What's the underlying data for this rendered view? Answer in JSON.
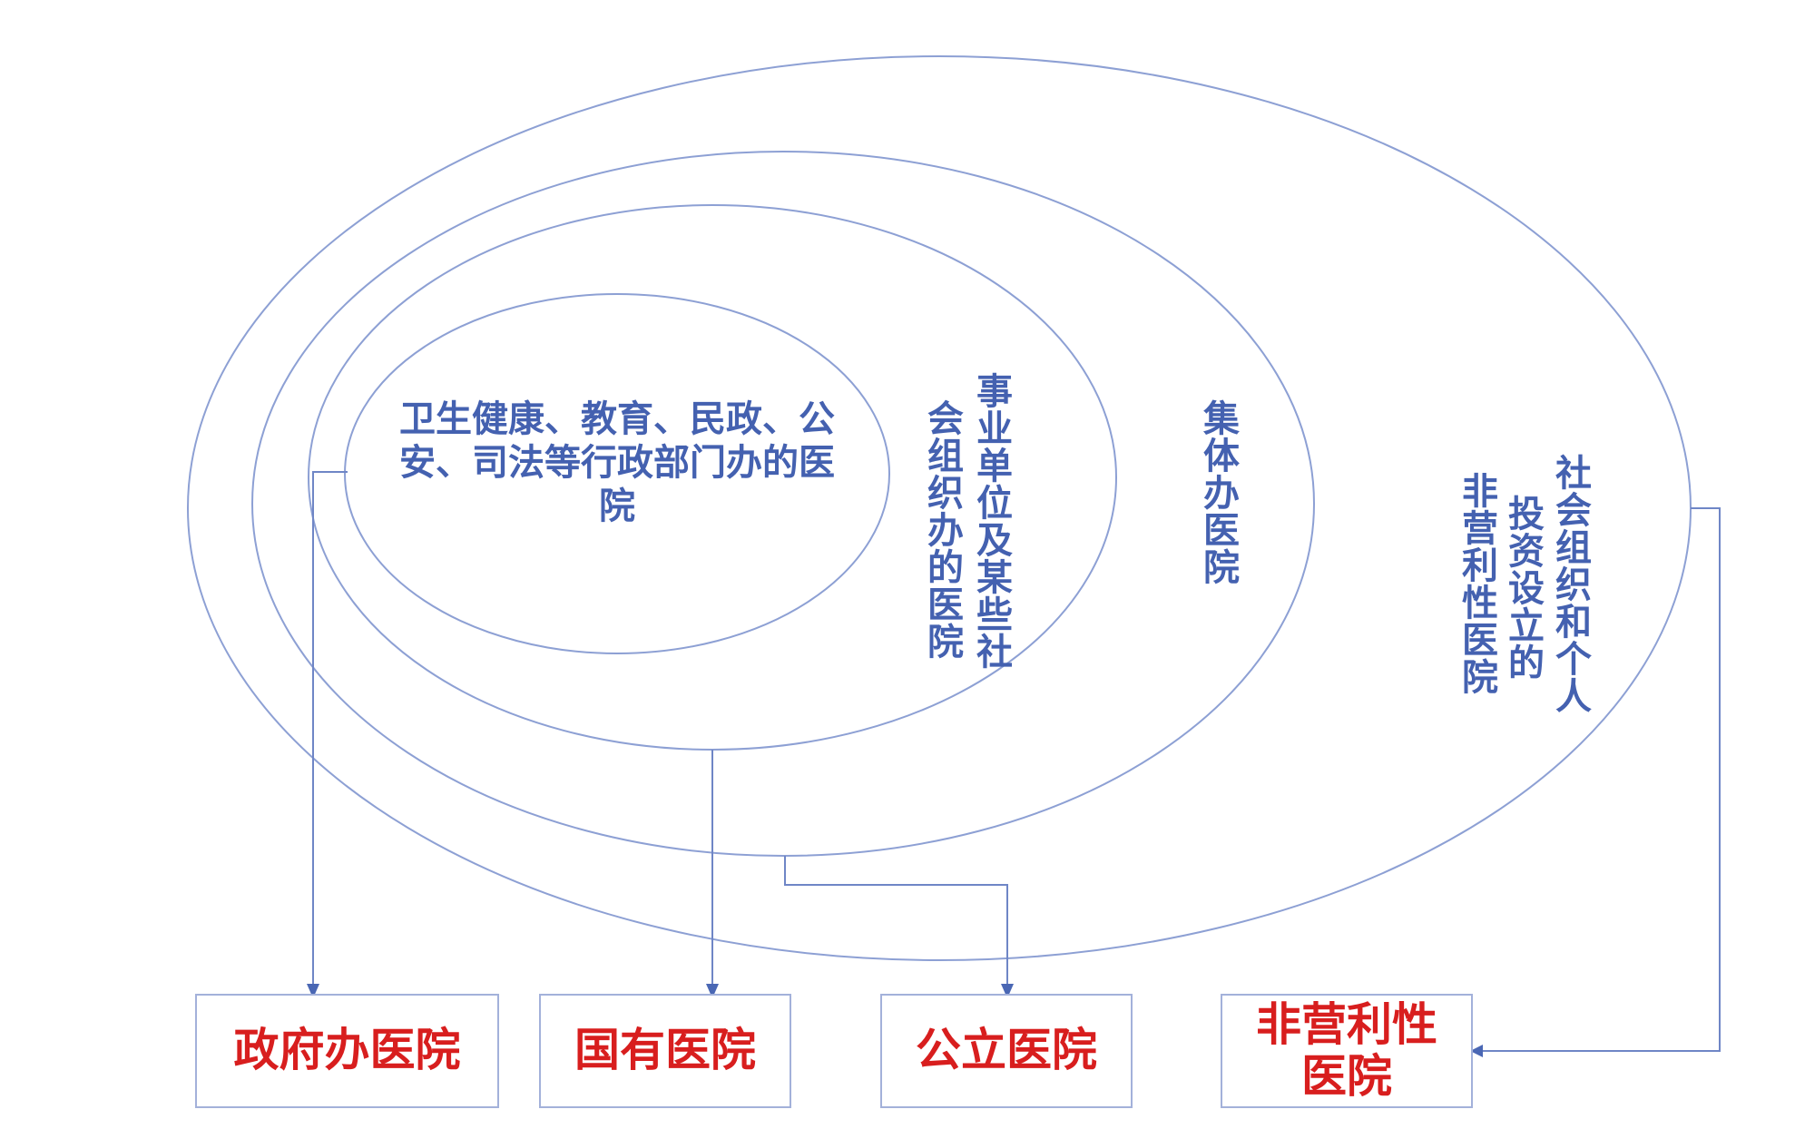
{
  "labels": {
    "inner_ring": "卫生健康、教育、民政、公安、司法等行政部门办的医院",
    "ring_two_col1": "事业单位及某些社",
    "ring_two_col2": "会组织办的医院",
    "ring_three": "集体办医院",
    "ring_four_col1": "社会组织和个人",
    "ring_four_col2": "投资设立的",
    "ring_four_col3": "非营利性医院"
  },
  "boxes": {
    "government": "政府办医院",
    "state_owned": "国有医院",
    "public": "公立医院",
    "non_profit": "非营利性医院"
  },
  "colors": {
    "ellipse_stroke": "#8da0d4",
    "connector": "#6f86c6",
    "label_text": "#4461b0",
    "box_text": "#d81e1e",
    "box_border": "#a3b1da"
  }
}
